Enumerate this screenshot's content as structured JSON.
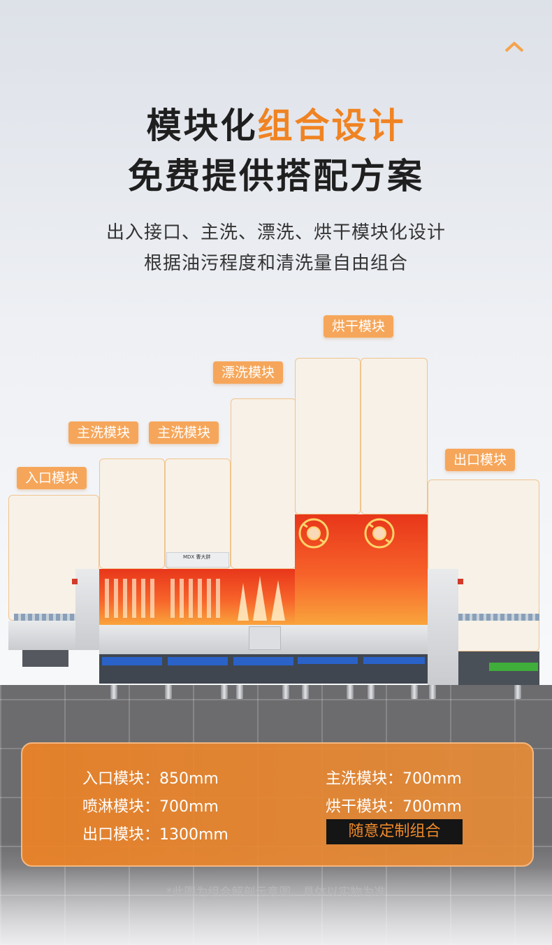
{
  "headline": {
    "line1_plain": "模块化",
    "line1_highlight": "组合设计",
    "line2": "免费提供搭配方案"
  },
  "subtitle": {
    "line1": "出入接口、主洗、漂洗、烘干模块化设计",
    "line2": "根据油污程度和清洗量自由组合"
  },
  "module_tags": {
    "entry": "入口模块",
    "main_wash_1": "主洗模块",
    "main_wash_2": "主洗模块",
    "rinse": "漂洗模块",
    "dry": "烘干模块",
    "exit": "出口模块"
  },
  "machine_label": "MDX 曹大胖",
  "specs": {
    "entry": "入口模块：850mm",
    "main_wash": "主洗模块：700mm",
    "spray": "喷淋模块：700mm",
    "dry": "烘干模块：700mm",
    "exit": "出口模块：1300mm",
    "custom_button": "随意定制组合"
  },
  "footnote": "*此图为组合解剖示意图，具体以实物为准",
  "colors": {
    "accent": "#f08322",
    "tag_bg": "#f6a65a",
    "info_bg": "#ec8226",
    "dark": "#1f1f1f"
  },
  "icons": {
    "top_chevron": "chevron-up-icon",
    "fan": "fan-icon"
  }
}
